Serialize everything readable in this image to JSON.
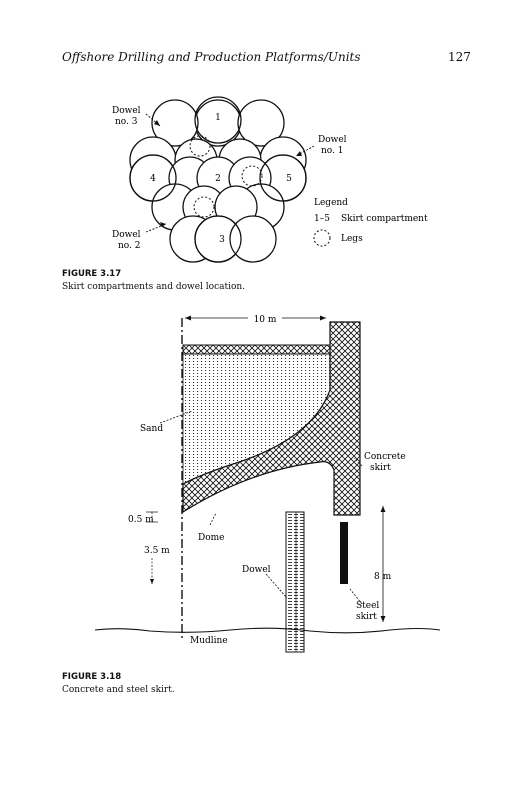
{
  "header": {
    "title": "Offshore Drilling and Production Platforms/Units",
    "page_number": "127"
  },
  "figure1": {
    "label": "FIGURE 3.17",
    "caption": "Skirt compartments and dowel location.",
    "compartments": [
      "1",
      "2",
      "3",
      "4",
      "5"
    ],
    "dowel_labels": [
      {
        "line1": "Dowel",
        "line2": "no. 3"
      },
      {
        "line1": "Dowel",
        "line2": "no. 1"
      },
      {
        "line1": "Dowel",
        "line2": "no. 2"
      }
    ],
    "legend": {
      "title": "Legend",
      "entry1_key": "1–5",
      "entry1_text": "Skirt compartment",
      "entry2_text": "Legs"
    }
  },
  "figure2": {
    "label": "FIGURE 3.18",
    "caption": "Concrete and steel skirt.",
    "labels": {
      "width": "10 m",
      "sand": "Sand",
      "concrete_1": "Concrete",
      "concrete_2": "skirt",
      "half_m": "0.5 m",
      "dome": "Dome",
      "three_half_m": "3.5 m",
      "dowel": "Dowel",
      "eight_m": "8 m",
      "steel_1": "Steel",
      "steel_2": "skirt",
      "mudline": "Mudline"
    }
  }
}
